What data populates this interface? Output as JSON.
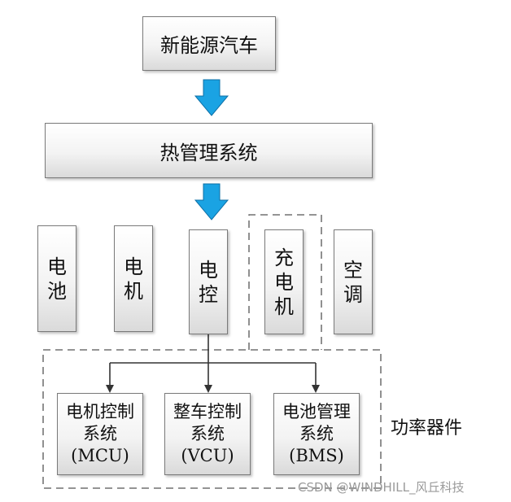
{
  "nodes": {
    "top": "新能源汽车",
    "thermal": "热管理系统",
    "battery": "电池",
    "motor": "电机",
    "ecu": "电控",
    "charger": "充电机",
    "ac": "空调"
  },
  "controllers": {
    "mcu": {
      "line1": "电机控制",
      "line2": "系统",
      "line3": "(MCU)"
    },
    "vcu": {
      "line1": "整车控制",
      "line2": "系统",
      "line3": "(VCU)"
    },
    "bms": {
      "line1": "电池管理",
      "line2": "系统",
      "line3": "(BMS)"
    }
  },
  "group_label": "功率器件",
  "watermark": "CSDN @WINDHILL_风丘科技",
  "colors": {
    "arrow_fill": "#1aa3e3",
    "arrow_stroke": "#0e6fa6",
    "dashed": "#555555",
    "connector": "#333333"
  }
}
